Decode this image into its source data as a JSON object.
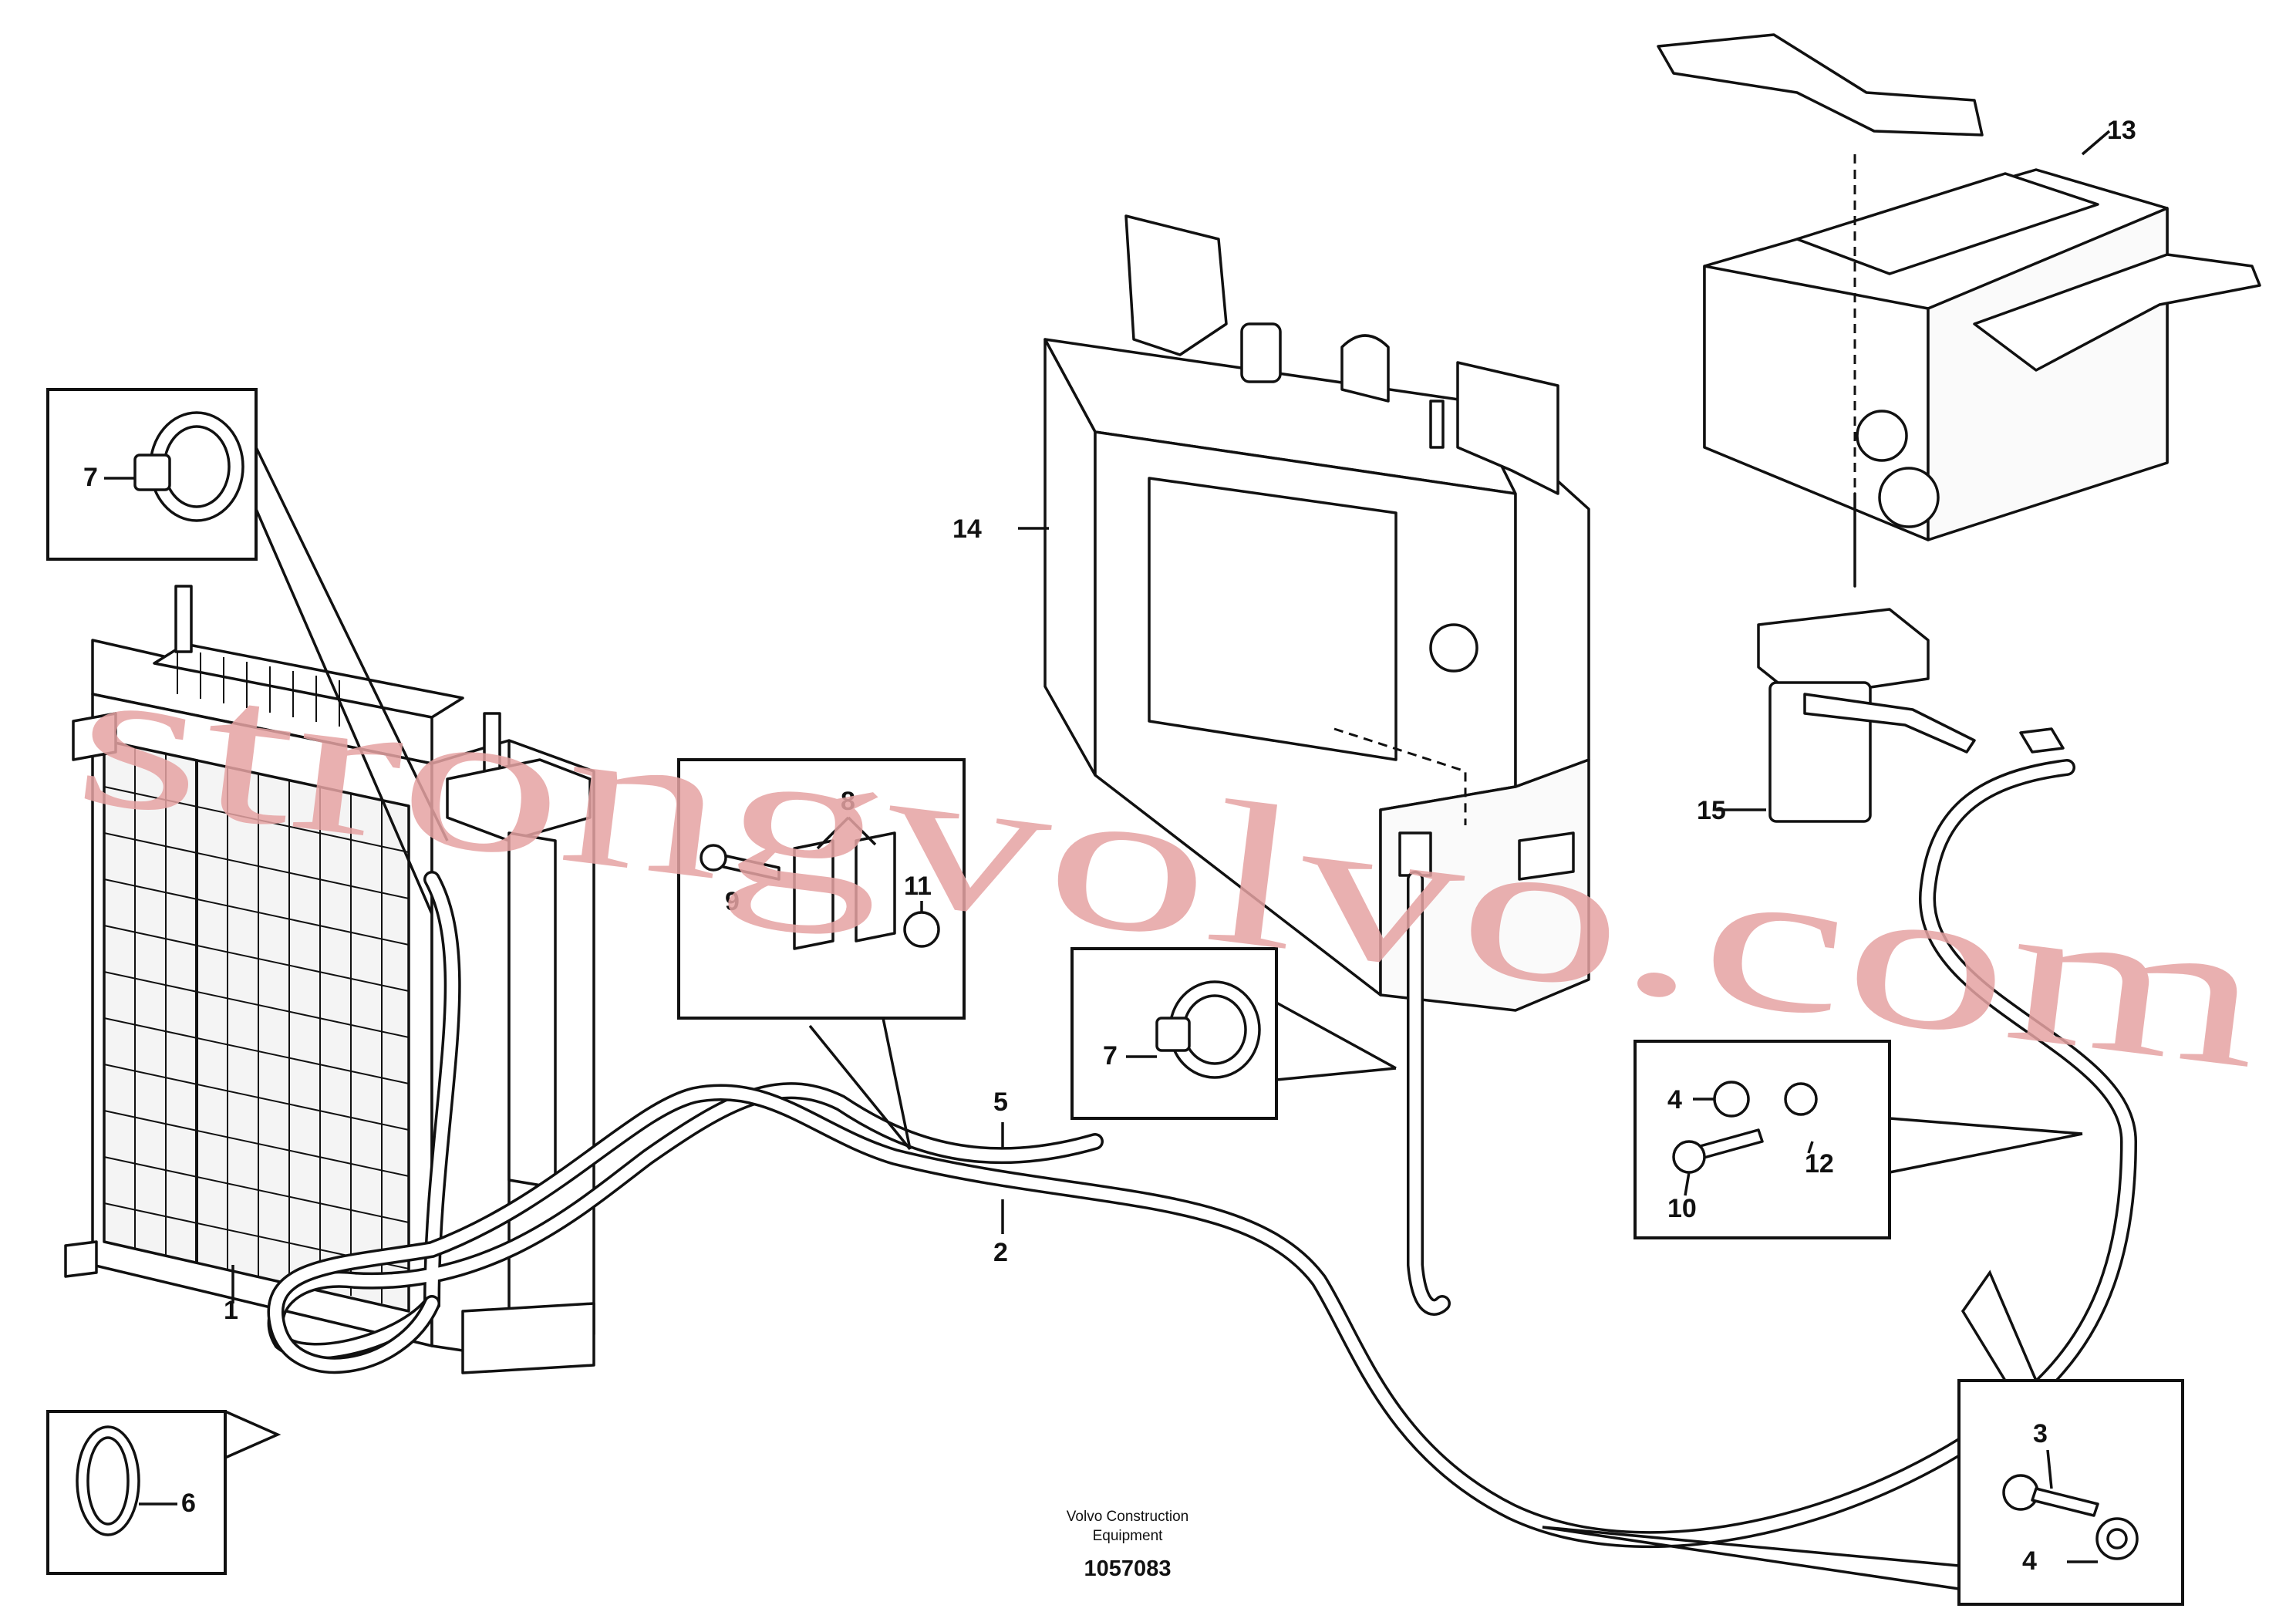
{
  "callouts": {
    "c1": "1",
    "c2": "2",
    "c3": "3",
    "c4a": "4",
    "c4b": "4",
    "c5": "5",
    "c6": "6",
    "c7a": "7",
    "c7b": "7",
    "c8": "8",
    "c9": "9",
    "c10": "10",
    "c11": "11",
    "c12": "12",
    "c13": "13",
    "c14": "14",
    "c15": "15"
  },
  "footer": {
    "line1": "Volvo Construction",
    "line2": "Equipment",
    "number": "1057083"
  },
  "watermark": "strongvolvo.com"
}
